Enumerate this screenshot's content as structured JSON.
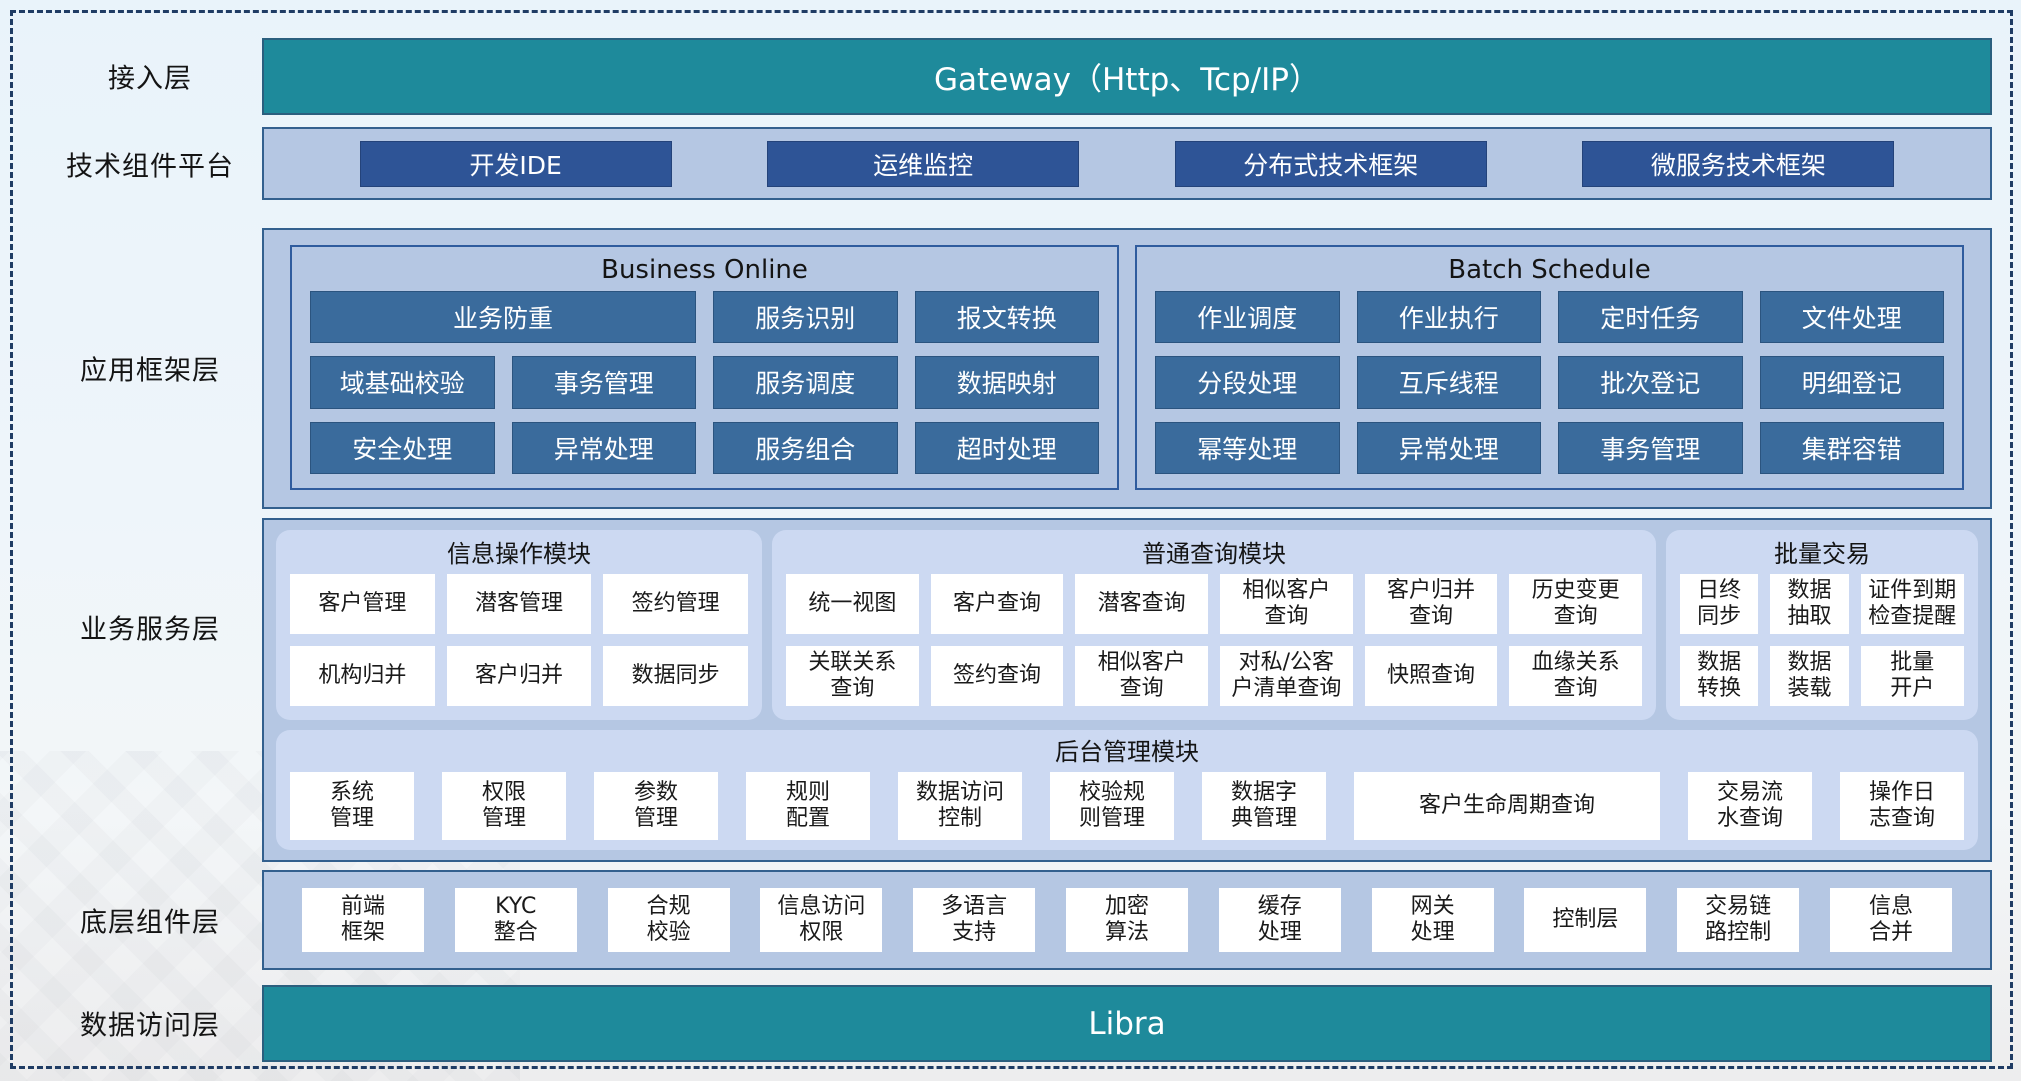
{
  "colors": {
    "teal": "#1E8A9B",
    "dark_button_blue": "#2E5496",
    "steel_button_blue": "#3A6B9C",
    "panel_blue": "#B5C7E3",
    "module_blue": "#CCD9F2",
    "frame_navy": "#1F3C64",
    "white_button": "#FFFFFF"
  },
  "labels": {
    "access": "接入层",
    "tech": "技术组件平台",
    "appframe": "应用框架层",
    "business": "业务服务层",
    "base": "底层组件层",
    "data": "数据访问层"
  },
  "gateway": {
    "title": "Gateway（Http、Tcp/IP）"
  },
  "tech": {
    "buttons": [
      "开发IDE",
      "运维监控",
      "分布式技术框架",
      "微服务技术框架"
    ]
  },
  "business_online": {
    "title": "Business Online",
    "cells": [
      "业务防重",
      "服务识别",
      "报文转换",
      "域基础校验",
      "事务管理",
      "服务调度",
      "数据映射",
      "安全处理",
      "异常处理",
      "服务组合",
      "超时处理"
    ]
  },
  "batch_schedule": {
    "title": "Batch Schedule",
    "cells": [
      "作业调度",
      "作业执行",
      "定时任务",
      "文件处理",
      "分段处理",
      "互斥线程",
      "批次登记",
      "明细登记",
      "幂等处理",
      "异常处理",
      "事务管理",
      "集群容错"
    ]
  },
  "module_info": {
    "title": "信息操作模块",
    "cells": [
      "客户管理",
      "潜客管理",
      "签约管理",
      "机构归并",
      "客户归并",
      "数据同步"
    ]
  },
  "module_query": {
    "title": "普通查询模块",
    "cells": [
      "统一视图",
      "客户查询",
      "潜客查询",
      "相似客户\n查询",
      "客户归并\n查询",
      "历史变更\n查询",
      "关联关系\n查询",
      "签约查询",
      "相似客户\n查询",
      "对私/公客\n户清单查询",
      "快照查询",
      "血缘关系\n查询"
    ]
  },
  "module_batch": {
    "title": "批量交易",
    "cells": [
      "日终\n同步",
      "数据\n抽取",
      "证件到期\n检查提醒",
      "数据\n转换",
      "数据\n装载",
      "批量\n开户"
    ]
  },
  "module_admin": {
    "title": "后台管理模块",
    "cells": [
      "系统\n管理",
      "权限\n管理",
      "参数\n管理",
      "规则\n配置",
      "数据访问\n控制",
      "校验规\n则管理",
      "数据字\n典管理",
      "客户生命周期查询",
      "交易流\n水查询",
      "操作日\n志查询"
    ]
  },
  "base_layer": {
    "cells": [
      "前端\n框架",
      "KYC\n整合",
      "合规\n校验",
      "信息访问\n权限",
      "多语言\n支持",
      "加密\n算法",
      "缓存\n处理",
      "网关\n处理",
      "控制层",
      "交易链\n路控制",
      "信息\n合并"
    ]
  },
  "data_layer": {
    "title": "Libra"
  }
}
